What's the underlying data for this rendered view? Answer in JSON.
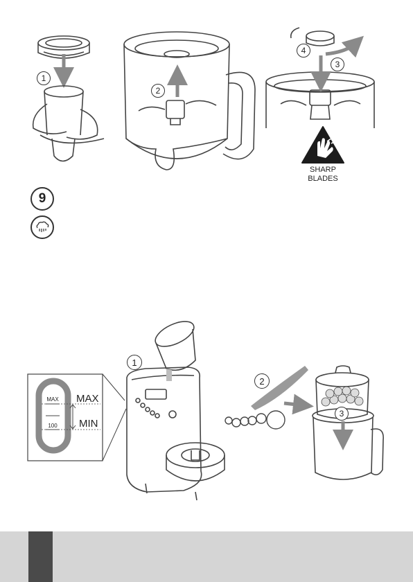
{
  "top_illustrations": {
    "step_labels": [
      "1",
      "2",
      "3",
      "4"
    ],
    "warning_sign": {
      "line1": "SHARP",
      "line2": "BLADES",
      "icon": "sharp-blade-hand-icon"
    }
  },
  "section": {
    "number": "9",
    "icon": "steam-icon"
  },
  "bottom_illustrations": {
    "step_labels": [
      "1",
      "2",
      "3"
    ],
    "water_gauge": {
      "max_tank": "MAX",
      "min_tank": "100",
      "max_label": "MAX",
      "min_label": "MIN"
    }
  },
  "colors": {
    "arrow": "#8a8a8a",
    "line": "#444444",
    "footer_bar": "#d5d5d5",
    "footer_tab": "#4a4a4a"
  }
}
